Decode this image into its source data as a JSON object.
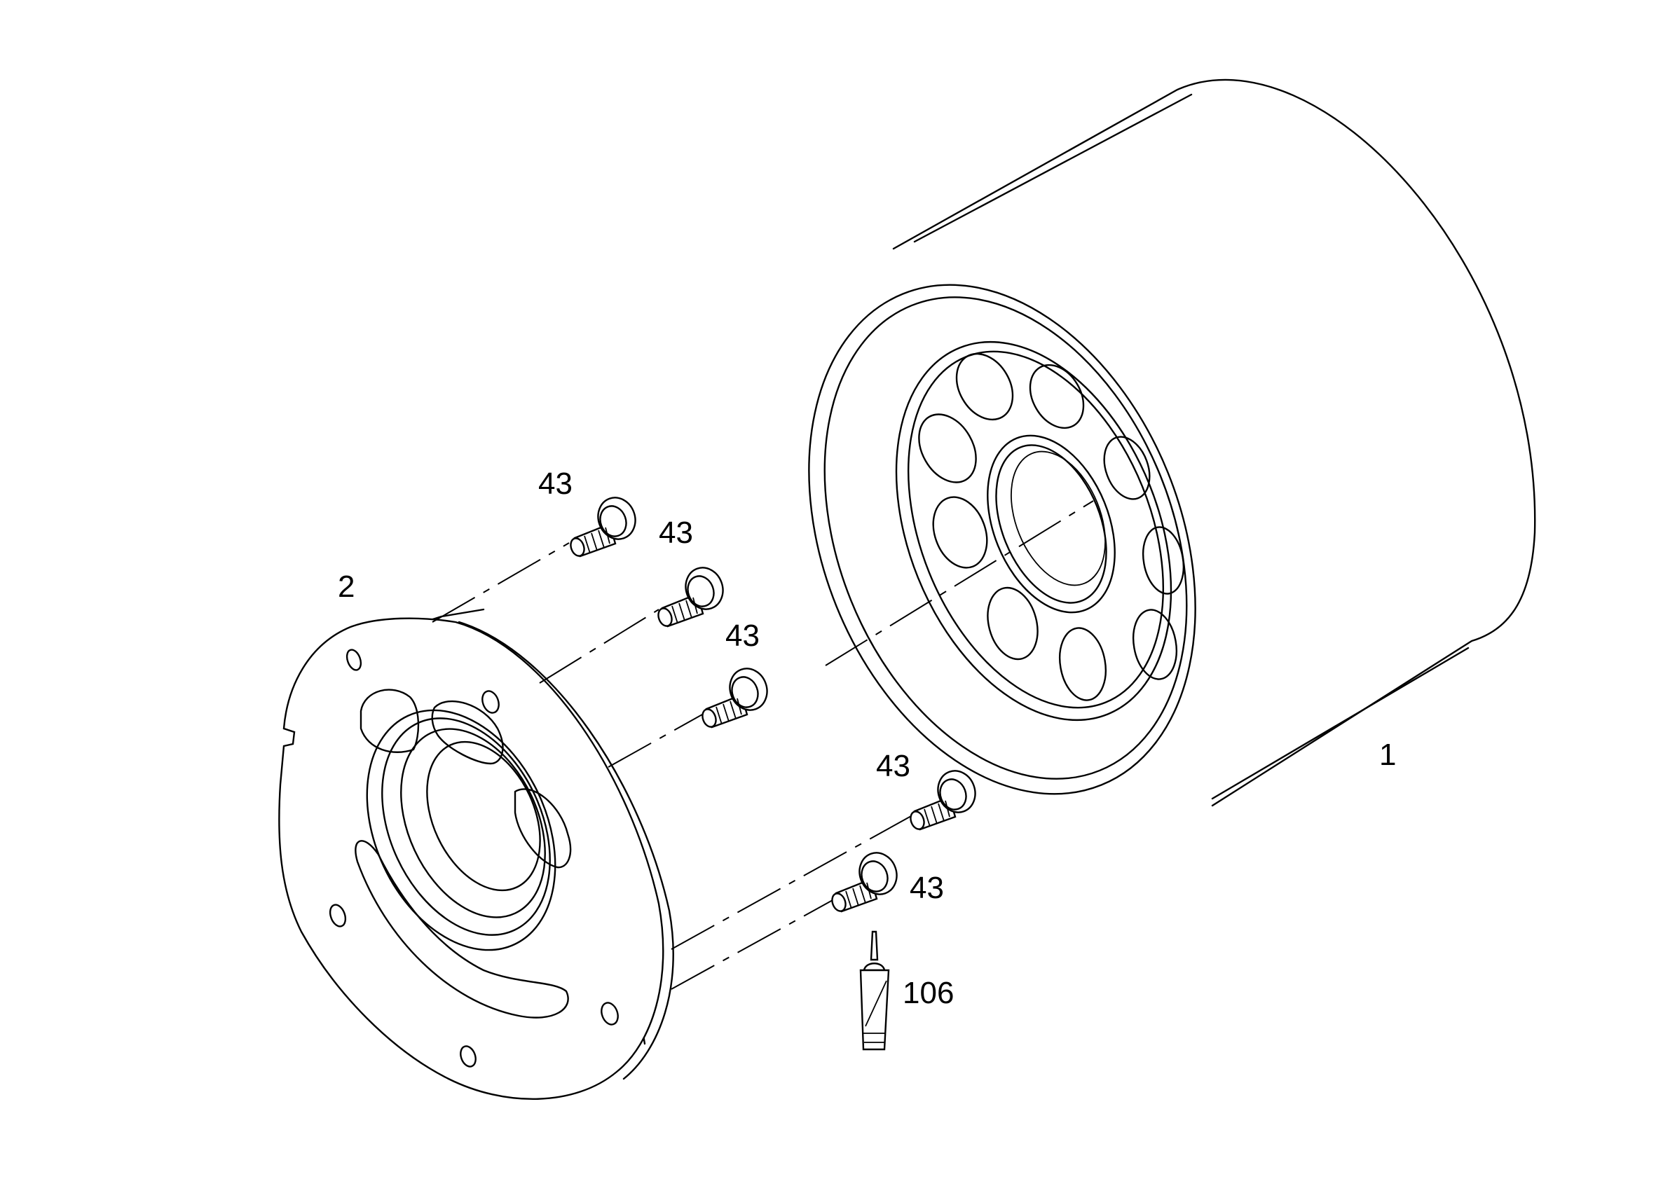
{
  "callouts": {
    "part_1": "1",
    "part_2": "2",
    "part_106": "106",
    "bolt_a": "43",
    "bolt_b": "43",
    "bolt_c": "43",
    "bolt_d": "43",
    "bolt_e": "43"
  },
  "colors": {
    "line": "#000000",
    "background": "#ffffff"
  }
}
